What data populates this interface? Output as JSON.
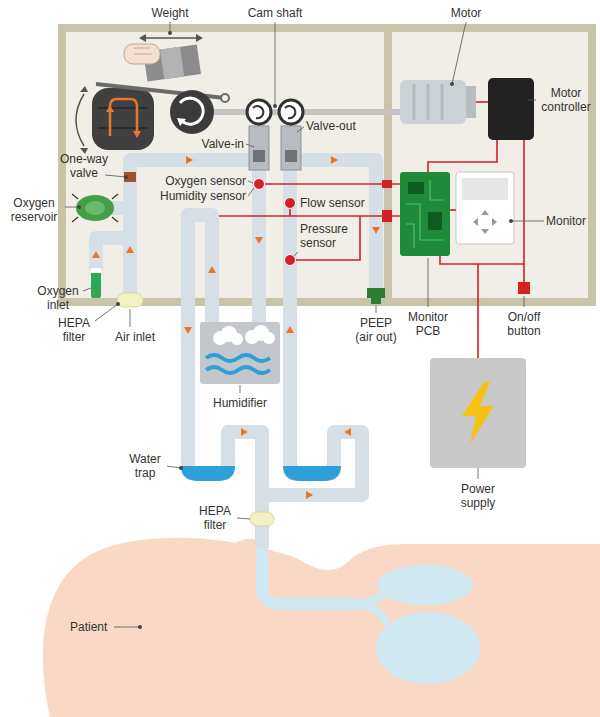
{
  "diagram": {
    "labels": [
      "Weight",
      "Cam shaft",
      "Motor",
      "Motor controller",
      "Valve-in",
      "Valve-out",
      "One-way valve",
      "Oxygen reservoir",
      "Oxygen sensor",
      "Humidity sensor",
      "Flow sensor",
      "Monitor",
      "Pressure sensor",
      "Oxygen inlet",
      "HEPA filter",
      "Air inlet",
      "PEEP (air out)",
      "Monitor PCB",
      "On/off button",
      "Humidifier",
      "Water trap",
      "Power supply",
      "HEPA filter",
      "Patient"
    ]
  }
}
